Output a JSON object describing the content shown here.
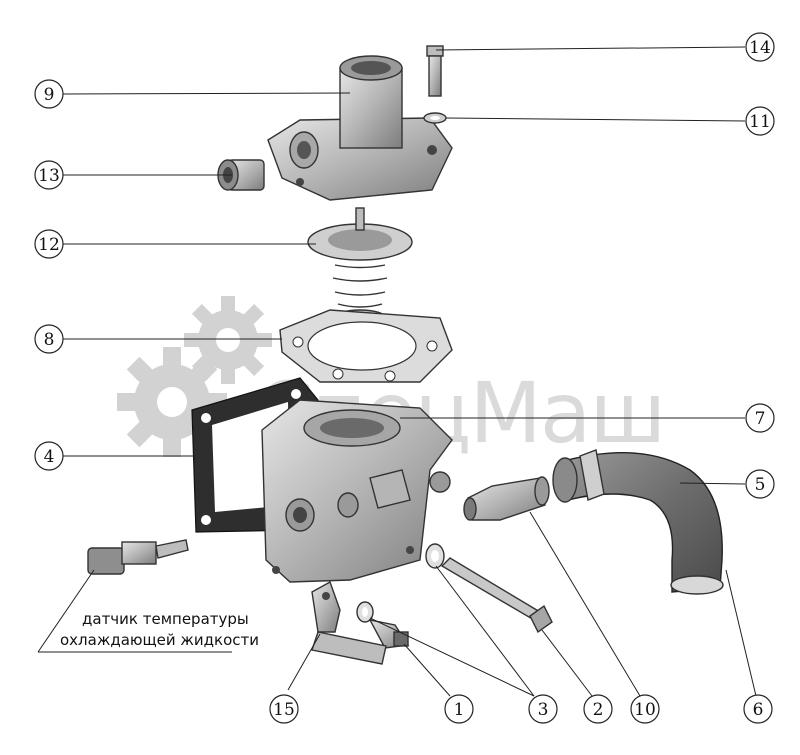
{
  "watermark": {
    "text": "СпецМаш"
  },
  "sensor_label": {
    "line1": "датчик температуры",
    "line2": "охлаждающей жидкости"
  },
  "callouts": [
    "14",
    "9",
    "11",
    "13",
    "12",
    "8",
    "7",
    "4",
    "5",
    "15",
    "1",
    "3",
    "2",
    "10",
    "6"
  ],
  "colors": {
    "part_fill": "#b8b8b8",
    "part_dark": "#7a7a7a",
    "gasket": "#2e2e2e",
    "watermark": "#d4d4d4"
  }
}
